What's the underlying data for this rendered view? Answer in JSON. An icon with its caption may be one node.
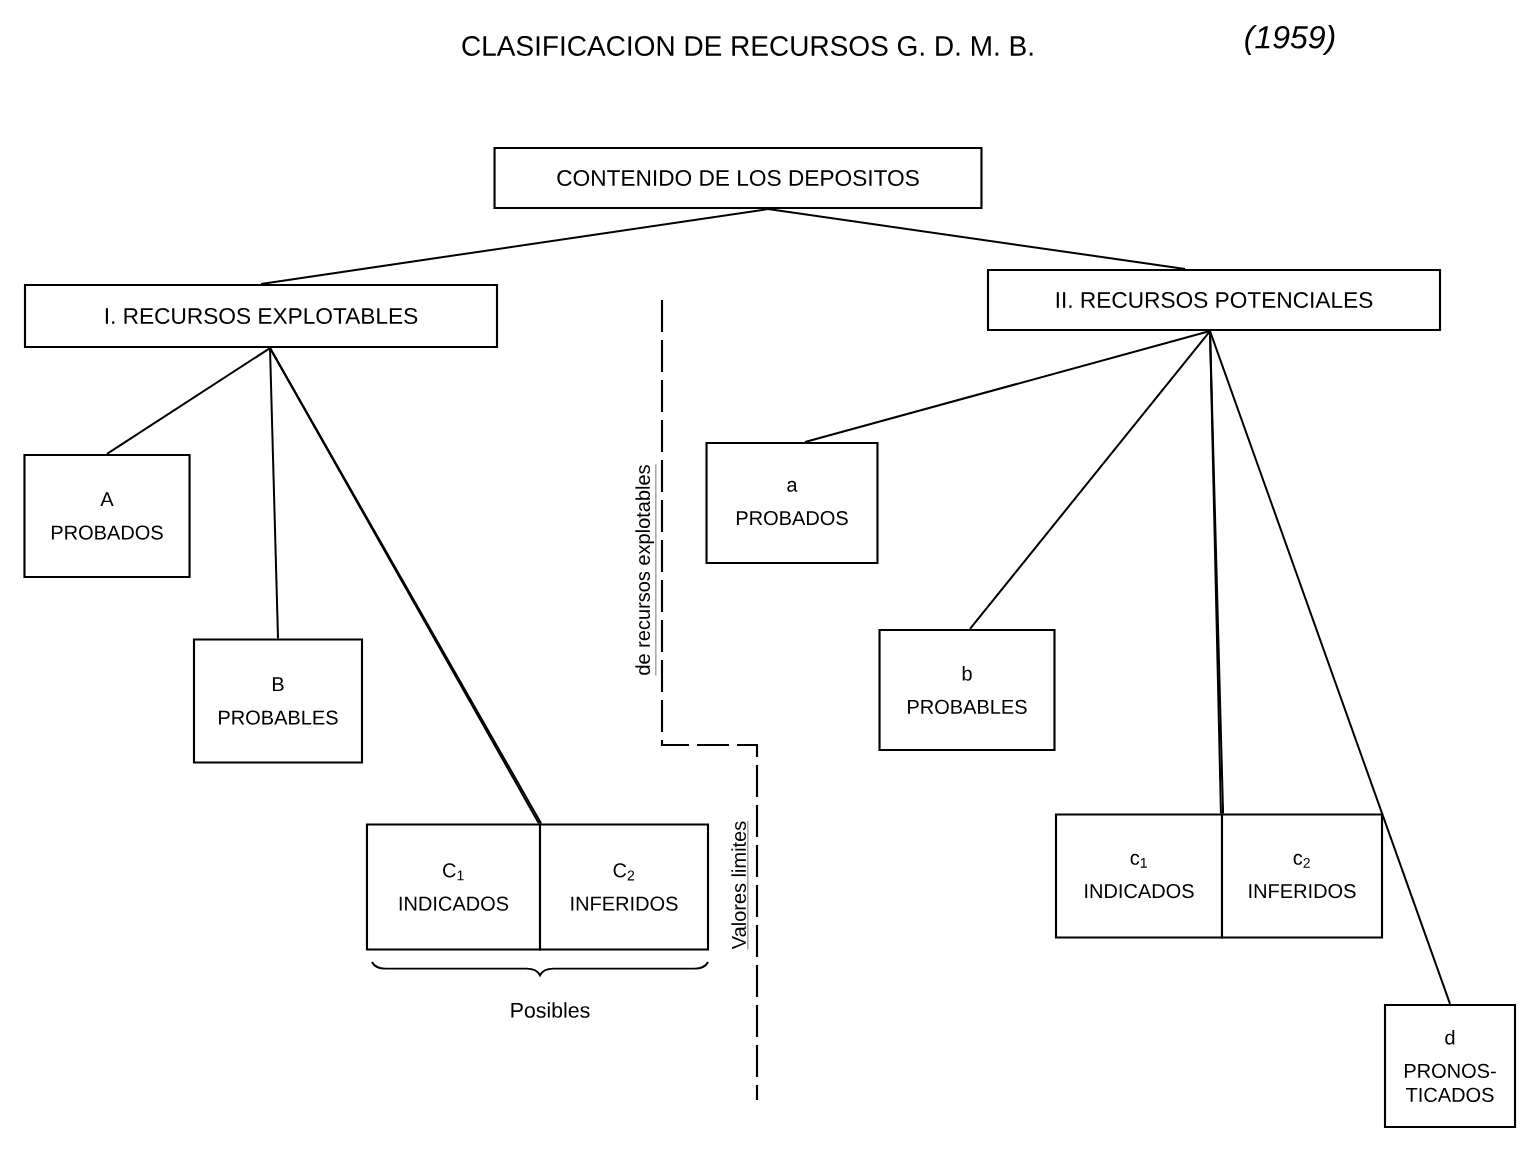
{
  "diagram": {
    "title": "CLASIFICACION DE RECURSOS G. D. M. B.",
    "nodes": [
      {
        "text": [
          "CONTENIDO DE LOS DEPOSITOS"
        ]
      },
      {
        "text": [
          "I. RECURSOS EXPLOTABLES"
        ]
      },
      {
        "text": [
          "II. RECURSOS POTENCIALES"
        ]
      },
      {
        "text": [
          "A",
          "PROBADOS"
        ]
      },
      {
        "text": [
          "B",
          "PROBABLES"
        ]
      },
      {
        "text": [
          "C$_{1}$",
          "INDICADOS"
        ]
      },
      {
        "text": [
          "C$_{2}$",
          "INFERIDOS"
        ]
      },
      {
        "text": [
          "a",
          "PROBADOS"
        ]
      },
      {
        "text": [
          "b",
          "PROBABLES"
        ]
      },
      {
        "text": [
          "c$_{1}$",
          "INDICADOS"
        ]
      },
      {
        "text": [
          "c$_{2}$",
          "INFERIDOS"
        ]
      },
      {
        "text": [
          "d",
          "PRONOS- TICADOS"
        ]
      }
    ],
    "edges": [
      {
        "from": 0,
        "to": 1,
        "arrow": "none"
      },
      {
        "from": 0,
        "to": 2,
        "arrow": "none"
      },
      {
        "from": 1,
        "to": 3,
        "arrow": "none"
      },
      {
        "from": 1,
        "to": 4,
        "arrow": "none"
      },
      {
        "from": 1,
        "to": 5,
        "arrow": "none"
      },
      {
        "from": 1,
        "to": 6,
        "arrow": "none"
      },
      {
        "from": 2,
        "to": 7,
        "arrow": "none"
      },
      {
        "from": 2,
        "to": 8,
        "arrow": "none"
      },
      {
        "from": 2,
        "to": 9,
        "arrow": "none"
      },
      {
        "from": 2,
        "to": 10,
        "arrow": "none"
      },
      {
        "from": 2,
        "to": 11,
        "arrow": "none"
      }
    ],
    "labels": [
      "(1959)",
      "Valores limites",
      "de recursos explotables",
      "Posibles"
    ]
  }
}
